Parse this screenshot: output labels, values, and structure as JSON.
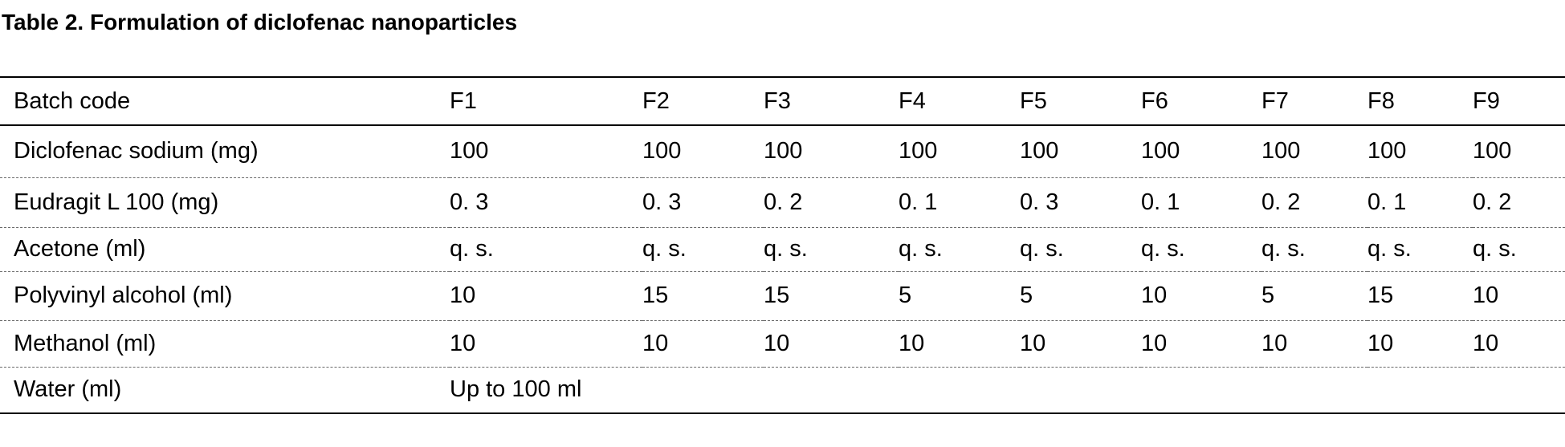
{
  "table": {
    "caption": "Table 2. Formulation of diclofenac nanoparticles",
    "header": [
      "Batch code",
      "F1",
      "F2",
      "F3",
      "F4",
      "F5",
      "F6",
      "F7",
      "F8",
      "F9"
    ],
    "rows": [
      [
        "Diclofenac sodium (mg)",
        "100",
        "100",
        "100",
        "100",
        "100",
        "100",
        "100",
        "100",
        "100"
      ],
      [
        "Eudragit L 100 (mg)",
        "0. 3",
        "0. 3",
        "0. 2",
        "0. 1",
        "0. 3",
        "0. 1",
        "0. 2",
        "0. 1",
        "0. 2"
      ],
      [
        "Acetone (ml)",
        "q. s.",
        "q. s.",
        "q. s.",
        "q. s.",
        "q. s.",
        "q. s.",
        "q. s.",
        "q. s.",
        "q. s."
      ],
      [
        "Polyvinyl alcohol (ml)",
        "10",
        "15",
        "15",
        "5",
        "5",
        "10",
        "5",
        "15",
        "10"
      ],
      [
        "Methanol (ml)",
        "10",
        "10",
        "10",
        "10",
        "10",
        "10",
        "10",
        "10",
        "10"
      ],
      [
        "Water (ml)",
        "Up to 100 ml"
      ]
    ]
  }
}
